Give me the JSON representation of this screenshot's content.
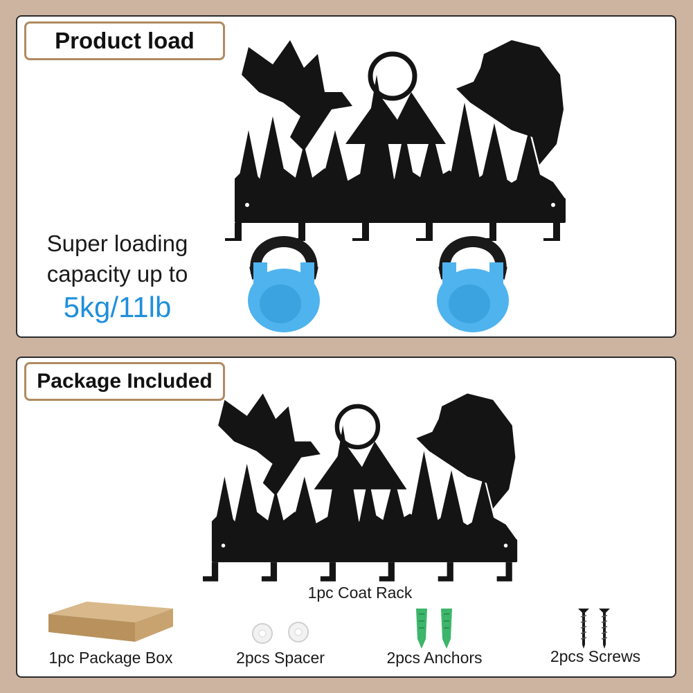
{
  "product_load": {
    "heading": "Product load",
    "line1": "Super loading",
    "line2": "capacity up to",
    "capacity": "5kg/11lb"
  },
  "package": {
    "heading": "Package Included",
    "rack_caption": "1pc Coat Rack",
    "items": [
      {
        "label": "1pc Package Box",
        "icon": "package-box-icon"
      },
      {
        "label": "2pcs Spacer",
        "icon": "spacer-icon"
      },
      {
        "label": "2pcs Anchors",
        "icon": "anchor-icon"
      },
      {
        "label": "2pcs Screws",
        "icon": "screw-icon"
      }
    ]
  },
  "colors": {
    "background": "#cdb4a1",
    "tag_border": "#b08a60",
    "accent_blue": "#1f8fdc",
    "rack": "#141414",
    "kettlebell": "#4fb3ee"
  }
}
